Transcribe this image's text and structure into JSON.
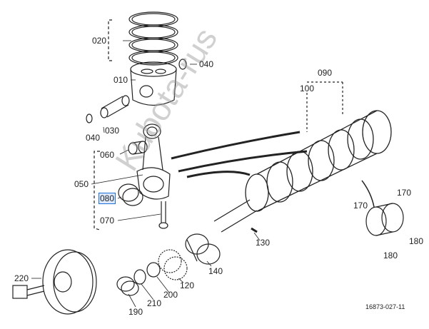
{
  "diagram": {
    "drawing_code": "16873-027-11",
    "watermark": "Kubota-rus",
    "selected_part": "080",
    "labels": {
      "p020": "020",
      "p040a": "040",
      "p010": "010",
      "p090": "090",
      "p100": "100",
      "p040b": "040",
      "p030": "030",
      "p060": "060",
      "p050": "050",
      "p080": "080",
      "p070": "070",
      "p130": "130",
      "p170a": "170",
      "p170b": "170",
      "p180a": "180",
      "p180b": "180",
      "p140": "140",
      "p120": "120",
      "p200": "200",
      "p210": "210",
      "p190": "190",
      "p220": "220"
    },
    "colors": {
      "line": "#222222",
      "highlight": "#1f6fd6"
    }
  }
}
